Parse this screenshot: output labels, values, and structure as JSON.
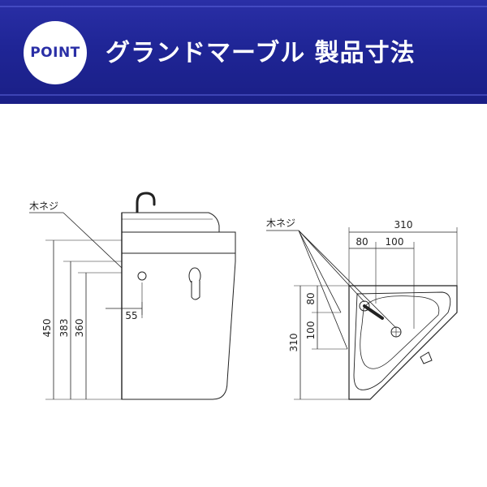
{
  "header": {
    "badge": "POINT",
    "title": "グランドマーブル 製品寸法",
    "background_color": "#1f2596",
    "badge_text_color": "#2a2fa6"
  },
  "side_view": {
    "screw_label": "木ネジ",
    "dimensions": {
      "total_height": "450",
      "height_2": "383",
      "height_3": "360",
      "offset": "55"
    }
  },
  "top_view": {
    "screw_label": "木ネジ",
    "dimensions": {
      "width": "310",
      "offset_a": "80",
      "offset_b": "100",
      "depth": "310",
      "v_offset_a": "80",
      "v_offset_b": "100"
    }
  }
}
